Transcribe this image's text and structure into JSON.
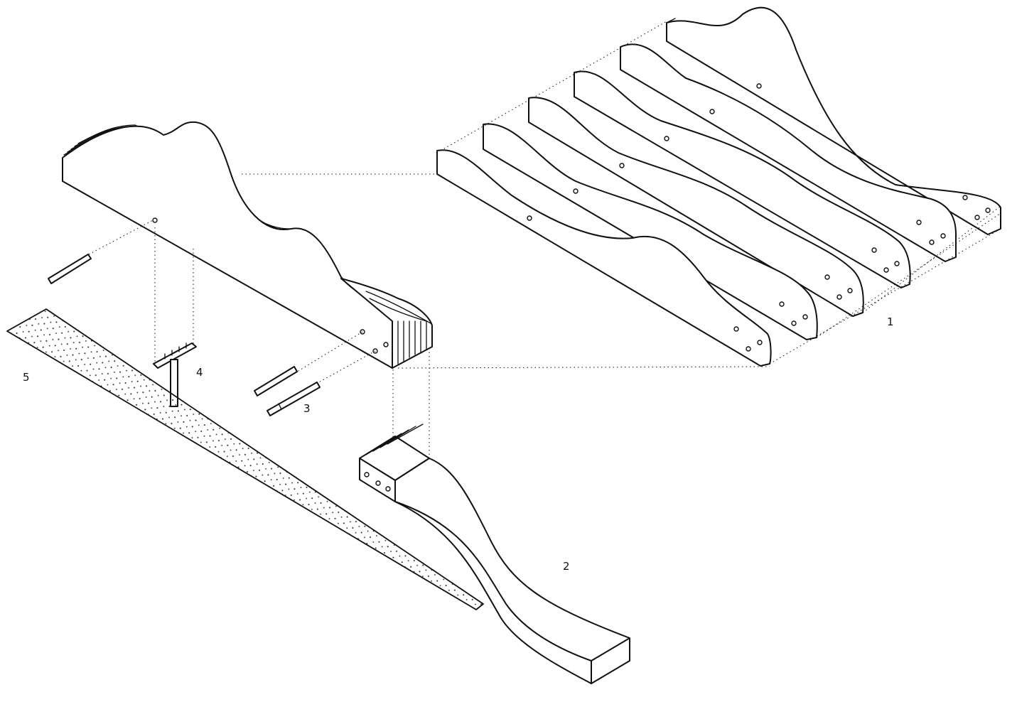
{
  "labels": {
    "label_1": "1",
    "label_2": "2",
    "label_3": "3",
    "label_4": "4",
    "label_5": "5"
  }
}
